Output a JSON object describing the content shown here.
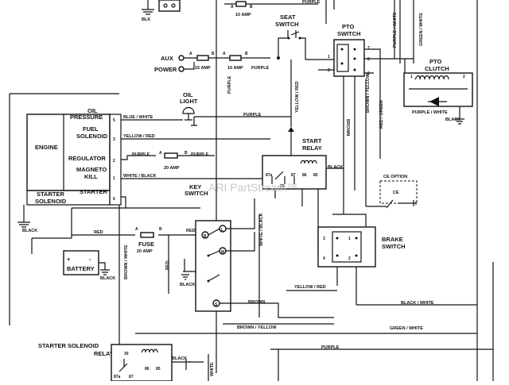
{
  "labels": {
    "blk_top": "BLK",
    "ten_amp_top": "10 AMP",
    "purple_top": "PURPLE",
    "seat_switch": [
      "SEAT",
      "SWITCH"
    ],
    "pto_switch": [
      "PTO",
      "SWITCH"
    ],
    "aux_power": [
      "AUX",
      "POWER"
    ],
    "a": "A",
    "b": "B",
    "fifteen_amp": "15 AMP",
    "ten_amp": "10 AMP",
    "purple": "PURPLE",
    "purple_white_top": "PURPLE / WHITE",
    "green_white_top": "GREEN / WHITE",
    "pto_clutch": [
      "PTO",
      "CLUTCH"
    ],
    "purple_white": "PURPLE / WHITE",
    "black": "BLACK",
    "oil_pressure": [
      "OIL",
      "PRESSURE"
    ],
    "fuel_solenoid": [
      "FUEL",
      "SOLENOID"
    ],
    "regulator": "REGULATOR",
    "magneto_kill": [
      "MAGNETO",
      "KILL"
    ],
    "starter": "STARTER",
    "engine": "ENGINE",
    "starter_solenoid": [
      "STARTER",
      "SOLENOID"
    ],
    "blue_white": "BLUE / WHITE",
    "oil_light": [
      "OIL",
      "LIGHT"
    ],
    "yellow_red": "YELLOW / RED",
    "twenty_amp": "20 AMP",
    "white_black": "WHITE / BLACK",
    "start_relay": [
      "START",
      "RELAY"
    ],
    "brown": "BROWN",
    "brown_yellow": "BROWN / YELLOW",
    "red_green": "RED / GREEN",
    "ce_option": "CE OPTION",
    "ce": "CE",
    "key_switch": [
      "KEY",
      "SWITCH"
    ],
    "red": "RED",
    "fuse": "FUSE",
    "battery": "BATTERY",
    "brown_white": "BROWN / WHITE",
    "white_black_vert": "WHITE / BLACK",
    "brake_switch": [
      "BRAKE",
      "SWITCH"
    ],
    "yellow_red_low": "YELLOW / RED",
    "black_white": "BLACK / WHITE",
    "green_white": "GREEN / WHITE",
    "starter_solenoid_relay": [
      "STARTER SOLENOID",
      "RELAY"
    ],
    "white": "WHITE",
    "watermark": "ARI PartStream™",
    "pins_engine": [
      "5",
      "3",
      "2",
      "1",
      "6"
    ],
    "pins_pto": [
      "1",
      "3",
      "7",
      "8",
      "9"
    ],
    "pins_relay": [
      "87a",
      "30",
      "87",
      "86",
      "85"
    ],
    "pins_brake": [
      "3",
      "4",
      "1",
      "2"
    ],
    "key_letters": [
      "B",
      "L",
      "M",
      "S"
    ],
    "clutch_pins": [
      "1",
      "2"
    ]
  }
}
